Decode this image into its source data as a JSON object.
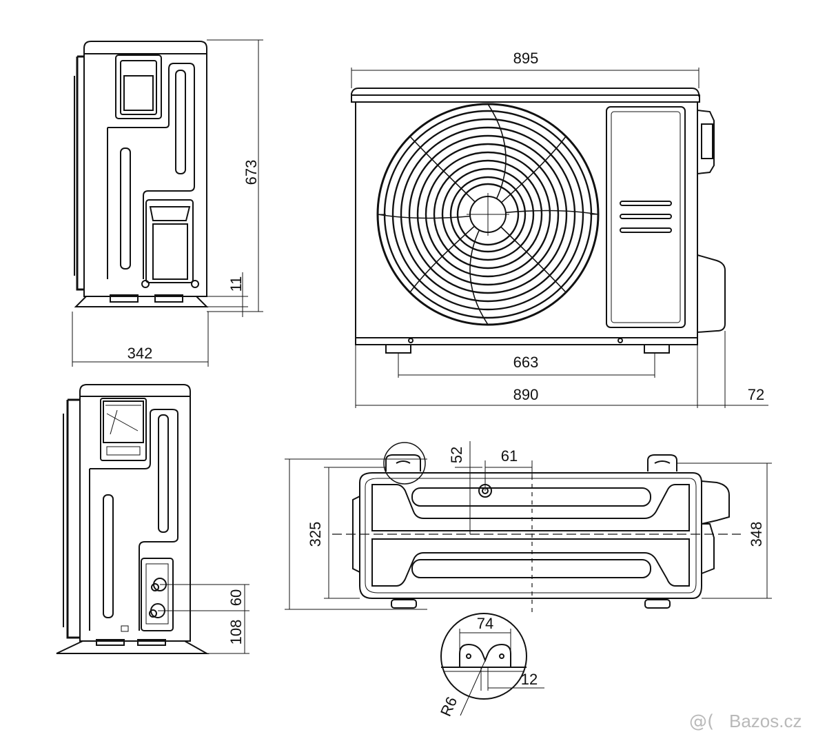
{
  "dimensions": {
    "side_height": "673",
    "side_foot_height": "11",
    "side_depth": "342",
    "front_top_width": "895",
    "front_foot_span": "663",
    "front_bottom_width": "890",
    "front_protrusion": "72",
    "top_offset_52": "52",
    "top_offset_61": "61",
    "top_depth_325": "325",
    "top_depth_348": "348",
    "valve_spacing": "60",
    "valve_height": "108",
    "detail_width": "74",
    "detail_thickness": "12",
    "detail_radius": "R6"
  },
  "watermark": {
    "icon": "@(",
    "text": "Bazos.cz"
  },
  "colors": {
    "line": "#111111",
    "watermark": "#b9b9b9"
  }
}
